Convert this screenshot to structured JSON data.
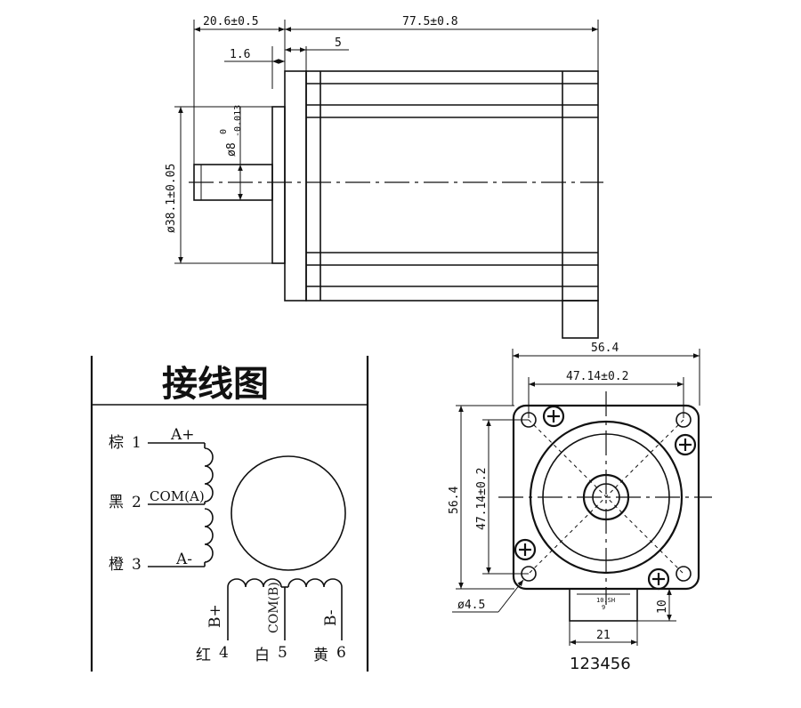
{
  "side_view": {
    "dim_flange_length": "20.6±0.5",
    "dim_body_length": "77.5±0.8",
    "dim_flange_thickness": "1.6",
    "dim_boss": "5",
    "dim_pilot_diameter": "ø38.1±0.05",
    "dim_shaft_diameter": "ø8",
    "dim_shaft_tol_upper": "0",
    "dim_shaft_tol_lower": "-0.013"
  },
  "wiring": {
    "title": "接线图",
    "wires": [
      {
        "color": "棕",
        "num": "1",
        "signal": "A+"
      },
      {
        "color": "黑",
        "num": "2",
        "signal": "COM(A)"
      },
      {
        "color": "橙",
        "num": "3",
        "signal": "A-"
      },
      {
        "color": "红",
        "num": "4",
        "signal": "B+"
      },
      {
        "color": "白",
        "num": "5",
        "signal": "COM(B)"
      },
      {
        "color": "黄",
        "num": "6",
        "signal": "B-"
      }
    ]
  },
  "front_view": {
    "dim_width": "56.4",
    "dim_height": "56.4",
    "dim_hole_spacing_h": "47.14±0.2",
    "dim_hole_spacing_v": "47.14±0.2",
    "dim_hole_diameter": "ø4.5",
    "dim_connector_width": "21",
    "dim_connector_height": "10",
    "connector_text_a": "9",
    "connector_text_b": "10.SH",
    "part_number": "123456"
  }
}
